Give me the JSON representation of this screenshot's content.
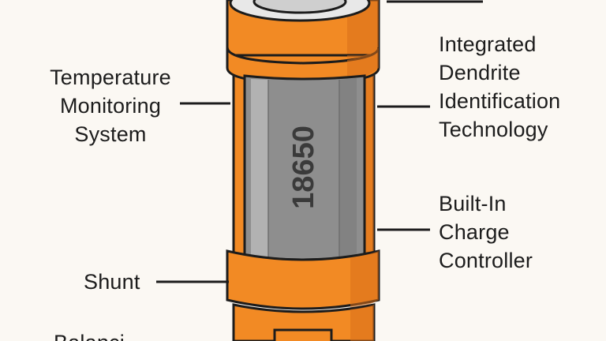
{
  "colors": {
    "background": "#fbf8f3",
    "orange": "#f28a24",
    "orange_shade": "#d9701a",
    "gray_cell": "#8e8e8e",
    "gray_light": "#b8b8b8",
    "outline": "#1c1c1c"
  },
  "cell": {
    "marking": "18650"
  },
  "labels": {
    "temperature": [
      "Temperature",
      "Monitoring",
      "System"
    ],
    "dendrite": [
      "Integrated",
      "Dendrite",
      "Identification",
      "Technology"
    ],
    "charge": [
      "Built-In",
      "Charge",
      "Controller"
    ],
    "shunt": [
      "Shunt"
    ],
    "bottom_cut": [
      "Balanci"
    ]
  }
}
